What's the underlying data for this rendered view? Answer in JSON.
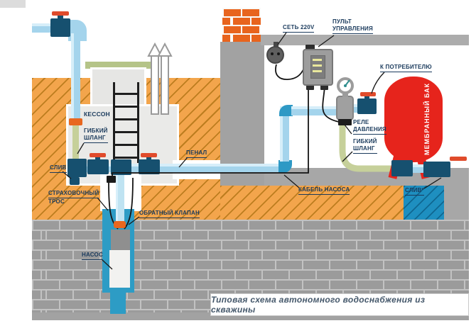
{
  "caption": {
    "text": "Типовая схема автономного водоснабжения из скважины"
  },
  "labels": {
    "kesson": {
      "text": "КЕССОН"
    },
    "hose_left": {
      "line1": "ГИБКИЙ",
      "line2": "ШЛАНГ"
    },
    "drain_left": {
      "text": "СЛИВ"
    },
    "safety_rope": {
      "line1": "СТРАХОВОЧНЫЙ",
      "line2": "ТРОС"
    },
    "check_valve": {
      "text": "ОБРАТНЫЙ КЛАПАН"
    },
    "pump": {
      "text": "НАСОС"
    },
    "penal": {
      "text": "ПЕНАЛ"
    },
    "power": {
      "text": "СЕТЬ 220V"
    },
    "control_panel": {
      "line1": "ПУЛЬТ",
      "line2": "УПРАВЛЕНИЯ"
    },
    "to_consumer": {
      "text": "К ПОТРЕБИТЕЛЮ"
    },
    "pressure_relay": {
      "line1": "РЕЛЕ",
      "line2": "ДАВЛЕНИЯ"
    },
    "hose_right": {
      "line1": "ГИБКИЙ",
      "line2": "ШЛАНГ"
    },
    "membrane_tank": {
      "text": "МЕМБРАННЫЙ БАК"
    },
    "pump_cable": {
      "text": "КАБЕЛЬ НАСОСА"
    },
    "drain_right": {
      "text": "СЛИВ*"
    }
  },
  "colors": {
    "ground_orange": "#f3a54c",
    "rock_gray": "#9b9b9b",
    "water_blue": "#2d9cc5",
    "pit_blue": "#1e8fc0",
    "pipe_light_blue": "#a4d4ec",
    "valve_navy": "#16506f",
    "handle_red": "#e04b2b",
    "tank_red": "#e6241c",
    "hose_green": "#c6d09a",
    "label_navy": "#1a3a5c"
  }
}
